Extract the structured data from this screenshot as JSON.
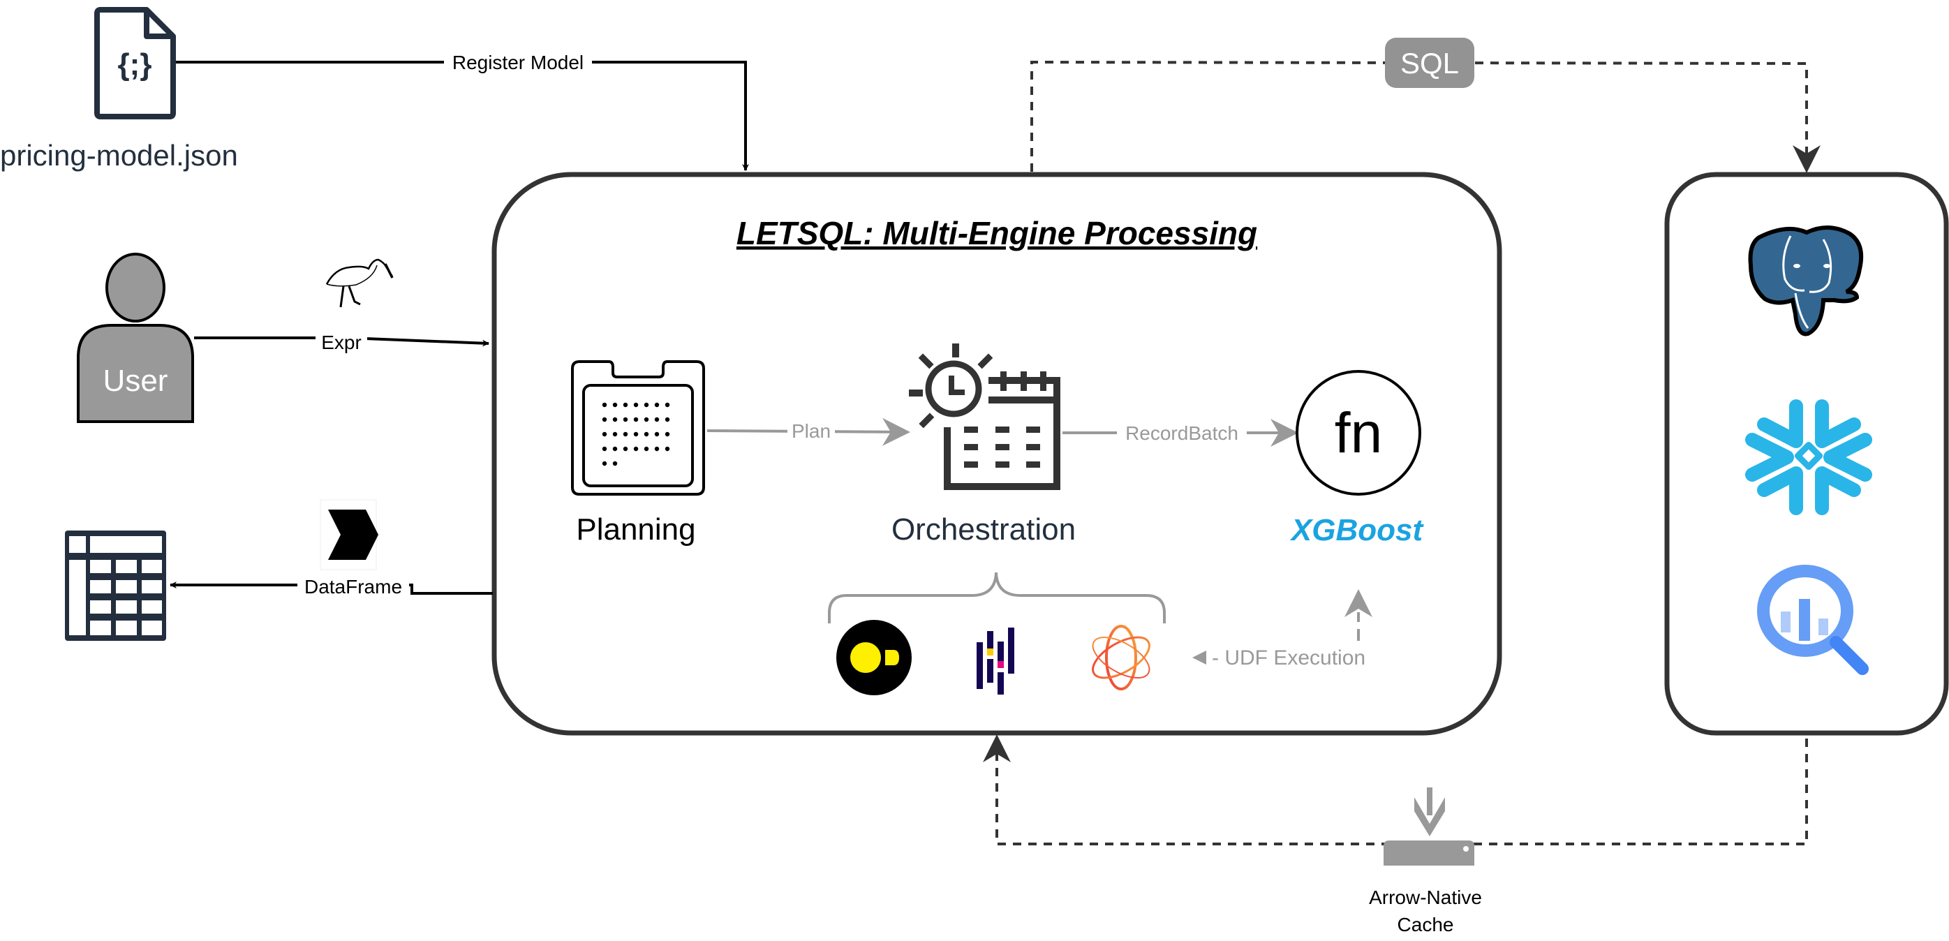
{
  "diagram": {
    "title": "LETSQL: Multi-Engine Processing",
    "inputs": {
      "model_file": {
        "label": "pricing-model.json",
        "icon": "json-file-icon"
      },
      "user": {
        "label": "User",
        "icon": "user-icon"
      },
      "output_table": {
        "icon": "table-icon"
      }
    },
    "edges": {
      "register_model": "Register Model",
      "expr": "Expr",
      "dataframe": "DataFrame",
      "plan": "Plan",
      "record_batch": "RecordBatch",
      "udf_execution": "- UDF Execution",
      "sql": "SQL"
    },
    "edge_icons": {
      "expr": "ibis-bird-icon",
      "dataframe": "chevrons-right-icon"
    },
    "stages": [
      {
        "label": "Planning",
        "icon": "planning-card-icon"
      },
      {
        "label": "Orchestration",
        "icon": "calendar-clock-icon"
      },
      {
        "label": "XGBoost",
        "icon": "fn-circle-icon",
        "fn_text": "fn"
      }
    ],
    "engines": [
      {
        "name": "DuckDB",
        "icon": "duckdb-icon"
      },
      {
        "name": "pandas",
        "icon": "pandas-icon"
      },
      {
        "name": "DataFusion",
        "icon": "datafusion-atom-icon"
      }
    ],
    "backends": [
      {
        "name": "PostgreSQL",
        "icon": "postgres-elephant-icon"
      },
      {
        "name": "Snowflake",
        "icon": "snowflake-icon"
      },
      {
        "name": "BigQuery",
        "icon": "bigquery-icon"
      }
    ],
    "cache": {
      "label_line1": "Arrow-Native",
      "label_line2": "Cache",
      "icon": "cache-storage-icon"
    },
    "colors": {
      "stroke_dark": "#333333",
      "navy": "#232F3E",
      "gray": "#999999",
      "xgboost_blue": "#1AA3E0",
      "postgres_blue": "#336791",
      "snowflake_blue": "#29B5E8",
      "bigquery_blue": "#669DF6"
    }
  }
}
